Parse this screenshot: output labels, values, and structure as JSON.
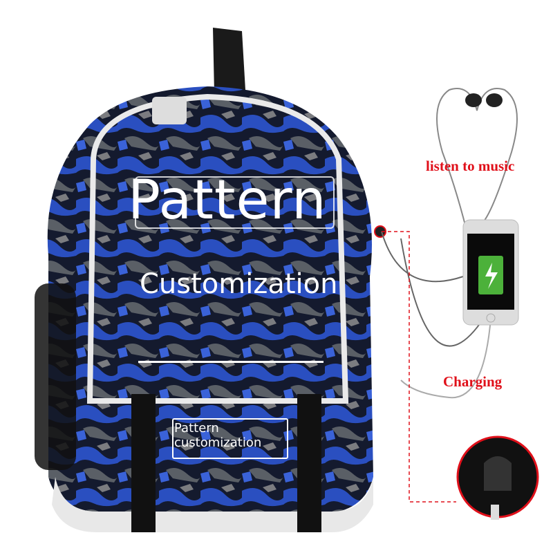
{
  "overlay": {
    "title": "Pattern",
    "subtitle": "Customization",
    "tag_line1": "Pattern",
    "tag_line2": "customization"
  },
  "callouts": {
    "music": "listen to music",
    "charging": "Charging"
  },
  "colors": {
    "accent_red": "#e0101a",
    "bag_blue": "#2a4fc0",
    "bag_dark": "#141a2e"
  }
}
